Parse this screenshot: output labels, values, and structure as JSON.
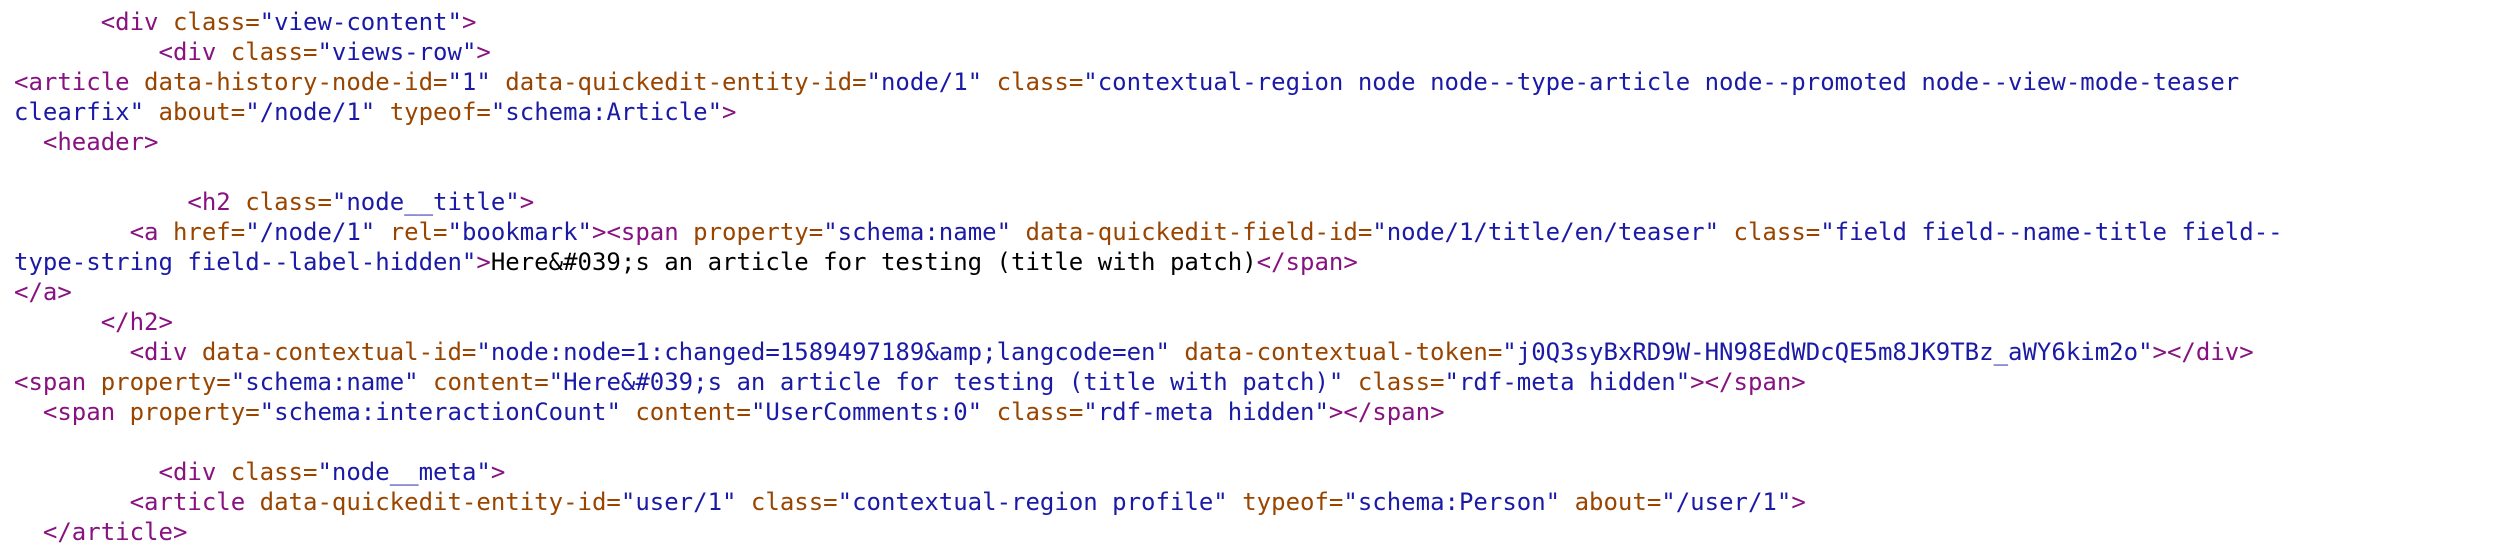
{
  "colors": {
    "tag": "#881280",
    "attribute": "#994500",
    "value": "#1a1aa6",
    "text": "#000000",
    "background": "#ffffff"
  },
  "lines": [
    {
      "indent": "      ",
      "segments": [
        {
          "t": "tag",
          "v": "<div"
        },
        {
          "t": "txt",
          "v": " "
        },
        {
          "t": "attr",
          "v": "class="
        },
        {
          "t": "val",
          "v": "\"view-content\""
        },
        {
          "t": "tag",
          "v": ">"
        }
      ]
    },
    {
      "indent": "          ",
      "segments": [
        {
          "t": "tag",
          "v": "<div"
        },
        {
          "t": "txt",
          "v": " "
        },
        {
          "t": "attr",
          "v": "class="
        },
        {
          "t": "val",
          "v": "\"views-row\""
        },
        {
          "t": "tag",
          "v": ">"
        }
      ]
    },
    {
      "indent": "",
      "segments": [
        {
          "t": "tag",
          "v": "<article"
        },
        {
          "t": "txt",
          "v": " "
        },
        {
          "t": "attr",
          "v": "data-history-node-id="
        },
        {
          "t": "val",
          "v": "\"1\""
        },
        {
          "t": "txt",
          "v": " "
        },
        {
          "t": "attr",
          "v": "data-quickedit-entity-id="
        },
        {
          "t": "val",
          "v": "\"node/1\""
        },
        {
          "t": "txt",
          "v": " "
        },
        {
          "t": "attr",
          "v": "class="
        },
        {
          "t": "val",
          "v": "\"contextual-region node node--type-article node--promoted node--view-mode-teaser"
        }
      ]
    },
    {
      "indent": "",
      "segments": [
        {
          "t": "val",
          "v": "clearfix\""
        },
        {
          "t": "txt",
          "v": " "
        },
        {
          "t": "attr",
          "v": "about="
        },
        {
          "t": "val",
          "v": "\"/node/1\""
        },
        {
          "t": "txt",
          "v": " "
        },
        {
          "t": "attr",
          "v": "typeof="
        },
        {
          "t": "val",
          "v": "\"schema:Article\""
        },
        {
          "t": "tag",
          "v": ">"
        }
      ]
    },
    {
      "indent": "  ",
      "segments": [
        {
          "t": "tag",
          "v": "<header>"
        }
      ]
    },
    {
      "indent": "",
      "segments": []
    },
    {
      "indent": "            ",
      "segments": [
        {
          "t": "tag",
          "v": "<h2"
        },
        {
          "t": "txt",
          "v": " "
        },
        {
          "t": "attr",
          "v": "class="
        },
        {
          "t": "val",
          "v": "\"node__title\""
        },
        {
          "t": "tag",
          "v": ">"
        }
      ]
    },
    {
      "indent": "        ",
      "segments": [
        {
          "t": "tag",
          "v": "<a"
        },
        {
          "t": "txt",
          "v": " "
        },
        {
          "t": "attr",
          "v": "href="
        },
        {
          "t": "val",
          "v": "\"/node/1\""
        },
        {
          "t": "txt",
          "v": " "
        },
        {
          "t": "attr",
          "v": "rel="
        },
        {
          "t": "val",
          "v": "\"bookmark\""
        },
        {
          "t": "tag",
          "v": "><span"
        },
        {
          "t": "txt",
          "v": " "
        },
        {
          "t": "attr",
          "v": "property="
        },
        {
          "t": "val",
          "v": "\"schema:name\""
        },
        {
          "t": "txt",
          "v": " "
        },
        {
          "t": "attr",
          "v": "data-quickedit-field-id="
        },
        {
          "t": "val",
          "v": "\"node/1/title/en/teaser\""
        },
        {
          "t": "txt",
          "v": " "
        },
        {
          "t": "attr",
          "v": "class="
        },
        {
          "t": "val",
          "v": "\"field field--name-title field--"
        }
      ]
    },
    {
      "indent": "",
      "segments": [
        {
          "t": "val",
          "v": "type-string field--label-hidden\""
        },
        {
          "t": "tag",
          "v": ">"
        },
        {
          "t": "txt",
          "v": "Here&#039;s an article for testing (title with patch)"
        },
        {
          "t": "tag",
          "v": "</span>"
        }
      ]
    },
    {
      "indent": "",
      "segments": [
        {
          "t": "tag",
          "v": "</a>"
        }
      ]
    },
    {
      "indent": "      ",
      "segments": [
        {
          "t": "tag",
          "v": "</h2>"
        }
      ]
    },
    {
      "indent": "        ",
      "segments": [
        {
          "t": "tag",
          "v": "<div"
        },
        {
          "t": "txt",
          "v": " "
        },
        {
          "t": "attr",
          "v": "data-contextual-id="
        },
        {
          "t": "val",
          "v": "\"node:node=1:changed=1589497189&amp;langcode=en\""
        },
        {
          "t": "txt",
          "v": " "
        },
        {
          "t": "attr",
          "v": "data-contextual-token="
        },
        {
          "t": "val",
          "v": "\"j0Q3syBxRD9W-HN98EdWDcQE5m8JK9TBz_aWY6kim2o\""
        },
        {
          "t": "tag",
          "v": "></div>"
        }
      ]
    },
    {
      "indent": "",
      "segments": [
        {
          "t": "tag",
          "v": "<span"
        },
        {
          "t": "txt",
          "v": " "
        },
        {
          "t": "attr",
          "v": "property="
        },
        {
          "t": "val",
          "v": "\"schema:name\""
        },
        {
          "t": "txt",
          "v": " "
        },
        {
          "t": "attr",
          "v": "content="
        },
        {
          "t": "val",
          "v": "\"Here&#039;s an article for testing (title with patch)\""
        },
        {
          "t": "txt",
          "v": " "
        },
        {
          "t": "attr",
          "v": "class="
        },
        {
          "t": "val",
          "v": "\"rdf-meta hidden\""
        },
        {
          "t": "tag",
          "v": "></span>"
        }
      ]
    },
    {
      "indent": "  ",
      "segments": [
        {
          "t": "tag",
          "v": "<span"
        },
        {
          "t": "txt",
          "v": " "
        },
        {
          "t": "attr",
          "v": "property="
        },
        {
          "t": "val",
          "v": "\"schema:interactionCount\""
        },
        {
          "t": "txt",
          "v": " "
        },
        {
          "t": "attr",
          "v": "content="
        },
        {
          "t": "val",
          "v": "\"UserComments:0\""
        },
        {
          "t": "txt",
          "v": " "
        },
        {
          "t": "attr",
          "v": "class="
        },
        {
          "t": "val",
          "v": "\"rdf-meta hidden\""
        },
        {
          "t": "tag",
          "v": "></span>"
        }
      ]
    },
    {
      "indent": "",
      "segments": []
    },
    {
      "indent": "          ",
      "segments": [
        {
          "t": "tag",
          "v": "<div"
        },
        {
          "t": "txt",
          "v": " "
        },
        {
          "t": "attr",
          "v": "class="
        },
        {
          "t": "val",
          "v": "\"node__meta\""
        },
        {
          "t": "tag",
          "v": ">"
        }
      ]
    },
    {
      "indent": "        ",
      "segments": [
        {
          "t": "tag",
          "v": "<article"
        },
        {
          "t": "txt",
          "v": " "
        },
        {
          "t": "attr",
          "v": "data-quickedit-entity-id="
        },
        {
          "t": "val",
          "v": "\"user/1\""
        },
        {
          "t": "txt",
          "v": " "
        },
        {
          "t": "attr",
          "v": "class="
        },
        {
          "t": "val",
          "v": "\"contextual-region profile\""
        },
        {
          "t": "txt",
          "v": " "
        },
        {
          "t": "attr",
          "v": "typeof="
        },
        {
          "t": "val",
          "v": "\"schema:Person\""
        },
        {
          "t": "txt",
          "v": " "
        },
        {
          "t": "attr",
          "v": "about="
        },
        {
          "t": "val",
          "v": "\"/user/1\""
        },
        {
          "t": "tag",
          "v": ">"
        }
      ]
    },
    {
      "indent": "  ",
      "segments": [
        {
          "t": "tag",
          "v": "</article>"
        }
      ]
    }
  ]
}
